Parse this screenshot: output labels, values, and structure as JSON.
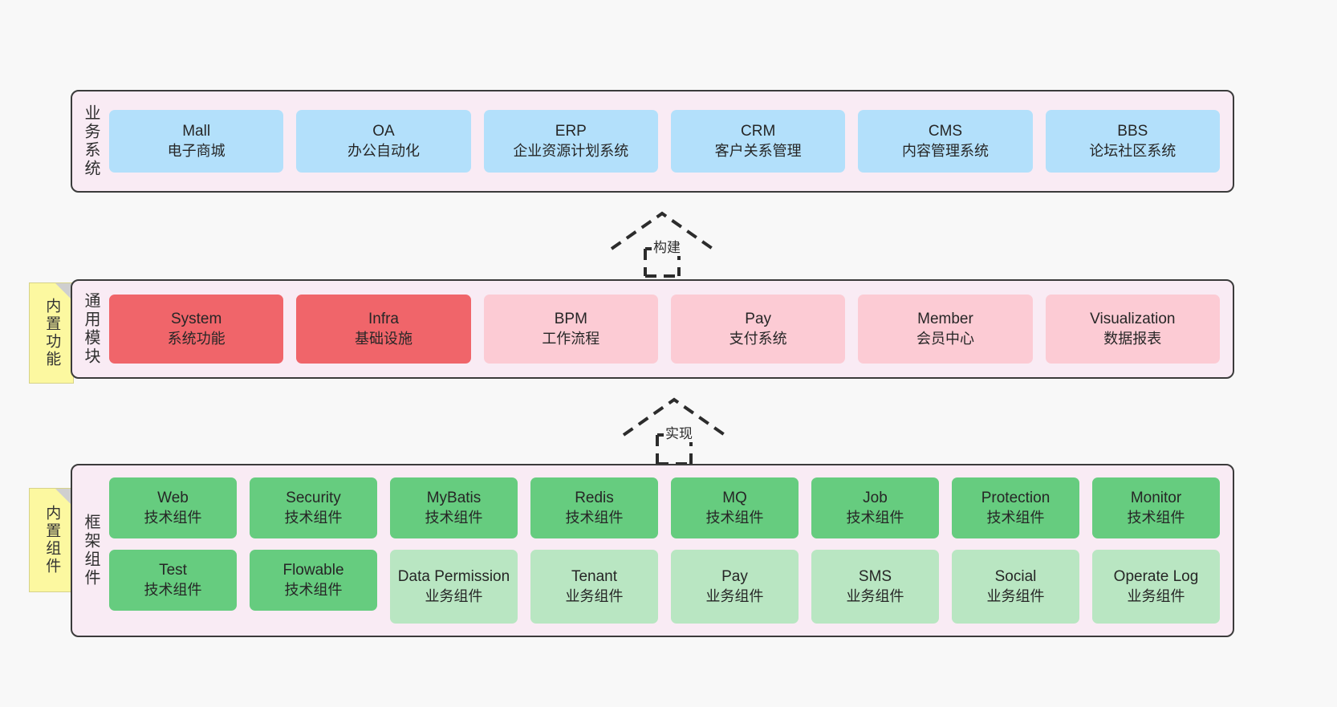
{
  "diagram": {
    "background_color": "#f8f8f8",
    "layer_fill": "#f9ebf4",
    "layer_border": "#3b3b3b",
    "note_fill": "#fcf8a0"
  },
  "notes": [
    {
      "label": "内置功能",
      "name": "note-builtin-function"
    },
    {
      "label": "内置组件",
      "name": "note-builtin-component"
    }
  ],
  "connectors": [
    {
      "label": "构建",
      "name": "connector-build"
    },
    {
      "label": "实现",
      "name": "connector-implement"
    }
  ],
  "layers": [
    {
      "id": "business-system",
      "title": "业务系统",
      "color": "#b3e0fb",
      "cards": [
        {
          "en": "Mall",
          "cn": "电子商城"
        },
        {
          "en": "OA",
          "cn": "办公自动化"
        },
        {
          "en": "ERP",
          "cn": "企业资源计划系统"
        },
        {
          "en": "CRM",
          "cn": "客户关系管理"
        },
        {
          "en": "CMS",
          "cn": "内容管理系统"
        },
        {
          "en": "BBS",
          "cn": "论坛社区系统"
        }
      ]
    },
    {
      "id": "common-module",
      "title": "通用模块",
      "color_primary": "#f0656a",
      "color_secondary": "#fccbd4",
      "cards": [
        {
          "en": "System",
          "cn": "系统功能",
          "variant": "core"
        },
        {
          "en": "Infra",
          "cn": "基础设施",
          "variant": "core"
        },
        {
          "en": "BPM",
          "cn": "工作流程",
          "variant": "soft"
        },
        {
          "en": "Pay",
          "cn": "支付系统",
          "variant": "soft"
        },
        {
          "en": "Member",
          "cn": "会员中心",
          "variant": "soft"
        },
        {
          "en": "Visualization",
          "cn": "数据报表",
          "variant": "soft"
        }
      ]
    },
    {
      "id": "framework-component",
      "title": "框架组件",
      "color_tech": "#66cc7f",
      "color_business": "#b9e6c2",
      "row_top": [
        {
          "en": "Web",
          "cn": "技术组件"
        },
        {
          "en": "Security",
          "cn": "技术组件"
        },
        {
          "en": "MyBatis",
          "cn": "技术组件"
        },
        {
          "en": "Redis",
          "cn": "技术组件"
        },
        {
          "en": "MQ",
          "cn": "技术组件"
        },
        {
          "en": "Job",
          "cn": "技术组件"
        },
        {
          "en": "Protection",
          "cn": "技术组件"
        },
        {
          "en": "Monitor",
          "cn": "技术组件"
        }
      ],
      "row_bottom": [
        {
          "en": "Test",
          "cn": "技术组件",
          "variant": "tech"
        },
        {
          "en": "Flowable",
          "cn": "技术组件",
          "variant": "tech"
        },
        {
          "en": "Data Permission",
          "cn": "业务组件",
          "variant": "business"
        },
        {
          "en": "Tenant",
          "cn": "业务组件",
          "variant": "business"
        },
        {
          "en": "Pay",
          "cn": "业务组件",
          "variant": "business"
        },
        {
          "en": "SMS",
          "cn": "业务组件",
          "variant": "business"
        },
        {
          "en": "Social",
          "cn": "业务组件",
          "variant": "business"
        },
        {
          "en": "Operate Log",
          "cn": "业务组件",
          "variant": "business"
        }
      ]
    }
  ]
}
